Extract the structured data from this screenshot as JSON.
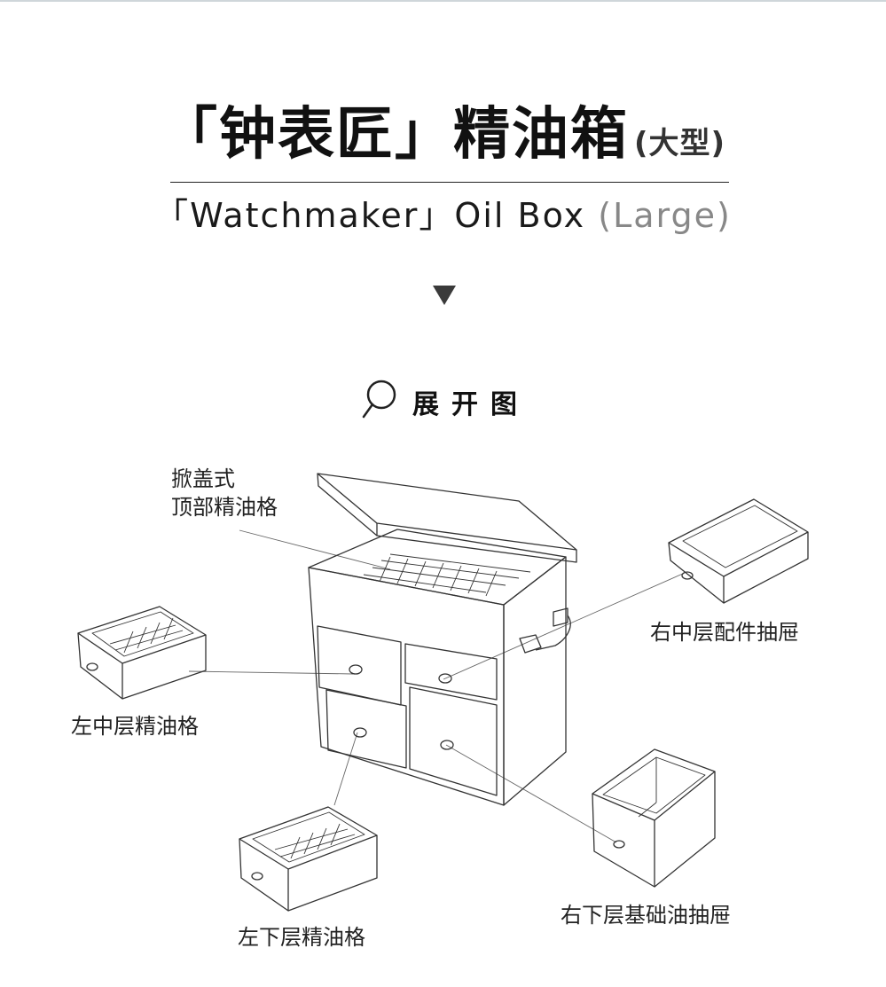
{
  "header": {
    "title": "「钟表匠」精油箱",
    "title_suffix": "(大型)",
    "subtitle_main": "「Watchmaker」Oil Box",
    "subtitle_suffix": "(Large)"
  },
  "section": {
    "label": "展开图",
    "icon": "magnifier-icon"
  },
  "callouts": {
    "top_line1": "掀盖式",
    "top_line2": "顶部精油格",
    "right_middle": "右中层配件抽屉",
    "left_middle": "左中层精油格",
    "right_bottom": "右下层基础油抽屉",
    "left_bottom": "左下层精油格"
  },
  "colors": {
    "text": "#111111",
    "line": "#333333",
    "muted": "#888888"
  }
}
